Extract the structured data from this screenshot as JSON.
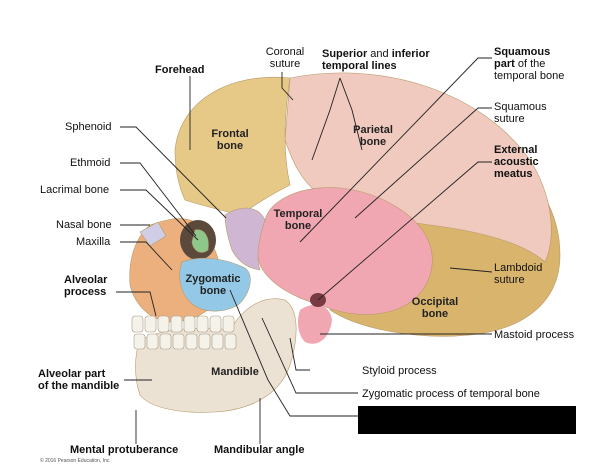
{
  "labels": {
    "coronal_suture": "Coronal\nsuture",
    "superior_inferior_prefix": "Superior",
    "superior_inferior_and": " and ",
    "superior_inferior_suffix": "inferior\ntemporal lines",
    "squamous_part_bold": "Squamous\npart",
    "squamous_part_rest": " of the\ntemporal bone",
    "forehead": "Forehead",
    "sphenoid": "Sphenoid",
    "ethmoid": "Ethmoid",
    "lacrimal_bone": "Lacrimal bone",
    "nasal_bone": "Nasal bone",
    "maxilla": "Maxilla",
    "alveolar_process": "Alveolar\nprocess",
    "squamous_suture": "Squamous\nsuture",
    "external_acoustic_meatus": "External\nacoustic\nmeatus",
    "lambdoid_suture": "Lambdoid\nsuture",
    "mastoid_process": "Mastoid process",
    "styloid_process": "Styloid process",
    "zygomatic_process": "Zygomatic process of temporal bone",
    "alveolar_part_mandible": "Alveolar part\nof the mandible",
    "mental_protuberance": "Mental protuberance",
    "mandibular_angle": "Mandibular angle"
  },
  "bone_labels": {
    "frontal": "Frontal\nbone",
    "parietal": "Parietal\nbone",
    "temporal": "Temporal\nbone",
    "zygomatic": "Zygomatic\nbone",
    "occipital": "Occipital\nbone",
    "mandible": "Mandible"
  },
  "credit": "© 2016 Pearson Education, Inc.",
  "colors": {
    "frontal": "#e7c987",
    "parietal": "#f0c9bf",
    "temporal": "#f0a7b2",
    "occipital": "#d9b46d",
    "zygomatic": "#93c9e6",
    "maxilla": "#ecb07f",
    "mandible": "#ece2d4",
    "sphenoid": "#cfb7d4",
    "ethmoid": "#8dc78a",
    "nasal": "#d0cde6",
    "teeth": "#f5f2ea",
    "leader": "#222222"
  }
}
